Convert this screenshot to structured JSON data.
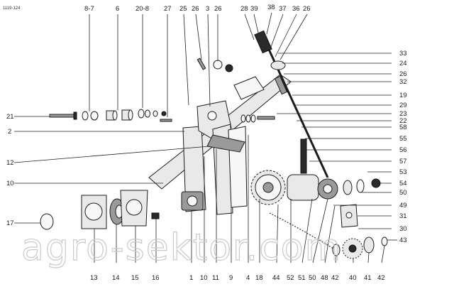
{
  "figure_code": "1119-124",
  "watermark": "agro-sektor.com",
  "labels_top": [
    "8-7",
    "6",
    "20-8",
    "27",
    "25",
    "26",
    "3",
    "26",
    "28",
    "39",
    "38",
    "37",
    "36",
    "26"
  ],
  "labels_right": [
    "33",
    "24",
    "26",
    "32",
    "19",
    "29",
    "23",
    "22",
    "58",
    "55",
    "56",
    "57",
    "53",
    "54",
    "50",
    "49",
    "31",
    "30",
    "43"
  ],
  "labels_left": [
    "21",
    "2",
    "12",
    "10",
    "17"
  ],
  "labels_bottom": [
    "13",
    "14",
    "15",
    "16",
    "1",
    "10",
    "11",
    "9",
    "4",
    "18",
    "44",
    "52",
    "51",
    "50",
    "48",
    "42",
    "40",
    "41",
    "42"
  ]
}
